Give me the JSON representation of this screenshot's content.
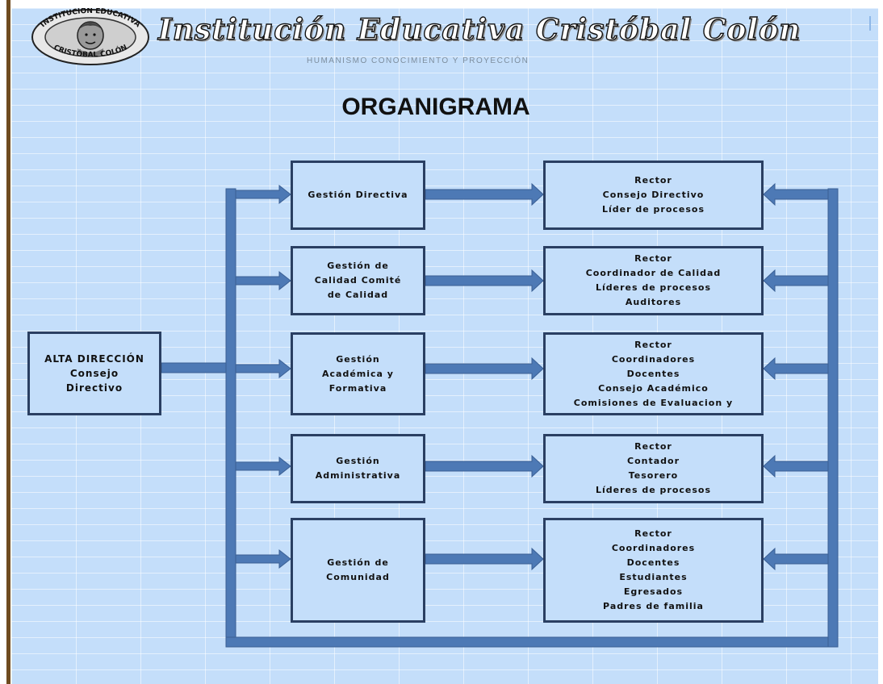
{
  "header": {
    "institution_name": "Institución Educativa Cristóbal Colón",
    "motto": "HUMANISMO CONOCIMIENTO Y PROYECCIÓN",
    "logo_ring_text": [
      "INSTITUCIÓN EDUCATIVA",
      "CRISTÓBAL COLÓN"
    ]
  },
  "title": "ORGANIGRAMA",
  "root": {
    "lines": [
      "ALTA DIRECCIÓN",
      "Consejo",
      "Directivo"
    ]
  },
  "gestiones": [
    {
      "name": [
        "Gestión Directiva"
      ],
      "responsables": [
        "Rector",
        "Consejo Directivo",
        "Líder de procesos"
      ]
    },
    {
      "name": [
        "Gestión de",
        "Calidad Comité",
        "de Calidad"
      ],
      "responsables": [
        "Rector",
        "Coordinador de Calidad",
        "Líderes de procesos",
        "Auditores"
      ]
    },
    {
      "name": [
        "Gestión",
        "Académica y",
        "Formativa"
      ],
      "responsables": [
        "Rector",
        "Coordinadores",
        "Docentes",
        "Consejo Académico",
        "Comisiones de Evaluacion y"
      ]
    },
    {
      "name": [
        "Gestión",
        "Administrativa"
      ],
      "responsables": [
        "Rector",
        "Contador",
        "Tesorero",
        "Líderes de procesos"
      ]
    },
    {
      "name": [
        "Gestión de",
        "Comunidad"
      ],
      "responsables": [
        "Rector",
        "Coordinadores",
        "Docentes",
        "Estudiantes",
        "Egresados",
        "Padres de familia"
      ]
    }
  ],
  "colors": {
    "background": "#c4defa",
    "box_border": "#2a3f62",
    "connector": "#4d79b5",
    "text": "#111111"
  }
}
